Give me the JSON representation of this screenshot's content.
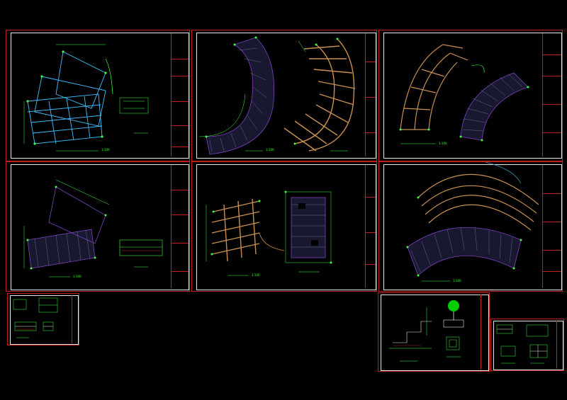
{
  "canvas": {
    "background": "#000000"
  },
  "colors": {
    "sheet_border": "#c02020",
    "frame": "#e8e8e8",
    "dimension": "#40ff40",
    "structure": "#40c0ff",
    "timber": "#c89050",
    "hatch": "#a0a0c8",
    "purple": "#8040c0",
    "tree": "#00cc00"
  },
  "sheets": [
    {
      "id": "sheet-1",
      "drawing": "curved-pergola-plan-outline",
      "scale_mark": "1:100"
    },
    {
      "id": "sheet-2",
      "drawing": "curved-deck-plan-and-framing",
      "scale_mark": "1:100"
    },
    {
      "id": "sheet-3",
      "drawing": "arc-pergola-and-deck-plan",
      "scale_mark": "1:100"
    },
    {
      "id": "sheet-4",
      "drawing": "angled-deck-plan-and-section",
      "scale_mark": "1:100"
    },
    {
      "id": "sheet-5",
      "drawing": "straight-pergola-and-deck-plan",
      "scale_mark": "1:100"
    },
    {
      "id": "sheet-6",
      "drawing": "concentric-arc-pergola-plan",
      "scale_mark": "1:100"
    },
    {
      "id": "sheet-7",
      "drawing": "detail-small-left"
    },
    {
      "id": "sheet-8",
      "drawing": "tree-pit-detail"
    },
    {
      "id": "sheet-9",
      "drawing": "detail-small-right"
    }
  ],
  "icons": [
    "north-arrow-icon",
    "tree-symbol-icon"
  ]
}
